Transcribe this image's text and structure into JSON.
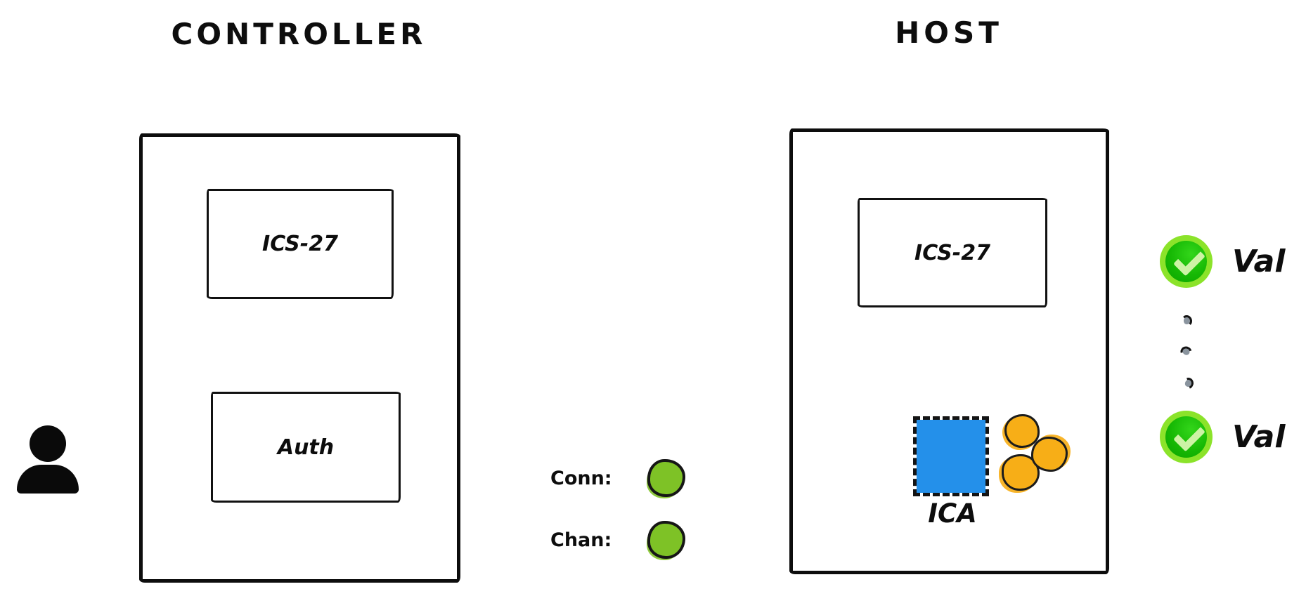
{
  "controller": {
    "title": "CONTROLLER",
    "modules": [
      {
        "label": "ICS-27"
      },
      {
        "label": "Auth"
      }
    ]
  },
  "host": {
    "title": "HOST",
    "modules": [
      {
        "label": "ICS-27"
      }
    ],
    "ica": {
      "label": "ICA"
    },
    "token_count": 3
  },
  "status": [
    {
      "label": "Conn:",
      "state": "ok",
      "state_color": "#7ec226"
    },
    {
      "label": "Chan:",
      "state": "ok",
      "state_color": "#7ec226"
    }
  ],
  "validators": [
    {
      "label": "Val",
      "state": "ok"
    },
    {
      "label": "Val",
      "state": "ok"
    }
  ],
  "icons": {
    "user": "user-silhouette",
    "status_ok": "green-circle",
    "validator_ok": "green-check-circle",
    "token": "orange-coin",
    "ellipsis": "gray-dot"
  },
  "colors": {
    "stroke": "#0d0d0d",
    "status_green": "#7ec226",
    "ica_blue": "#2490ea",
    "token_orange": "#f7ae17",
    "check_ring": "#8be32a",
    "check_fill": "#14b303",
    "check_mark": "#cdf3a5",
    "dot_gray": "#8a949e"
  }
}
